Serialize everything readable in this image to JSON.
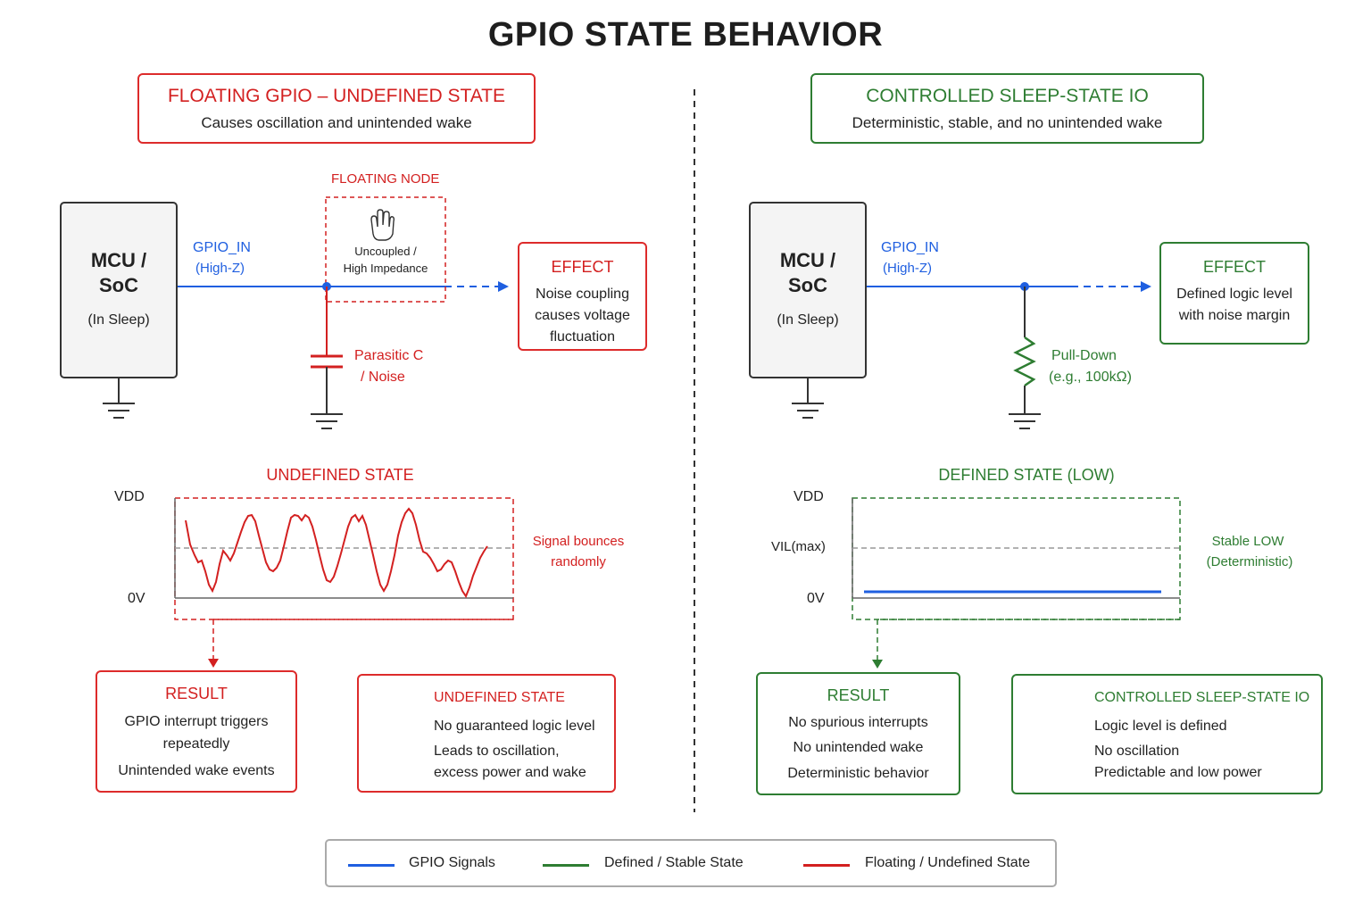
{
  "title": "GPIO STATE BEHAVIOR",
  "left": {
    "header_title": "FLOATING GPIO – UNDEFINED STATE",
    "header_sub": "Causes oscillation and unintended wake",
    "mcu_name": "MCU /\nSoC",
    "mcu_state": "(In Sleep)",
    "signal_name": "GPIO_IN",
    "signal_mode": "(High-Z)",
    "node_label": "FLOATING NODE",
    "node_text_1": "Uncoupled /",
    "node_text_2": "High Impedance",
    "parasitic_1": "Parasitic C",
    "parasitic_2": "/ Noise",
    "effect_title": "EFFECT",
    "effect_text": "Noise coupling\ncauses voltage\nfluctuation",
    "waveform_title": "UNDEFINED STATE",
    "vdd": "VDD",
    "zero": "0V",
    "wave_note_1": "Signal bounces",
    "wave_note_2": "randomly",
    "result_title": "RESULT",
    "result_lines": [
      "GPIO interrupt triggers",
      "repeatedly",
      "Unintended wake events"
    ],
    "warn_title": "UNDEFINED STATE",
    "warn_lines": [
      "No guaranteed logic level",
      "Leads to oscillation,",
      "excess power and wake"
    ]
  },
  "right": {
    "header_title": "CONTROLLED SLEEP-STATE IO",
    "header_sub": "Deterministic, stable, and no unintended wake",
    "mcu_name": "MCU /\nSoC",
    "mcu_state": "(In Sleep)",
    "signal_name": "GPIO_IN",
    "signal_mode": "(High-Z)",
    "pulldown_1": "Pull-Down",
    "pulldown_2": "(e.g., 100kΩ)",
    "effect_title": "EFFECT",
    "effect_text": "Defined logic level\nwith noise margin",
    "waveform_title": "DEFINED STATE (LOW)",
    "vdd": "VDD",
    "vil": "VIL(max)",
    "zero": "0V",
    "wave_note_1": "Stable LOW",
    "wave_note_2": "(Deterministic)",
    "result_title": "RESULT",
    "result_lines": [
      "No spurious interrupts",
      "No unintended wake",
      "Deterministic behavior"
    ],
    "ok_title": "CONTROLLED SLEEP-STATE IO",
    "ok_lines": [
      "Logic level is defined",
      "No oscillation",
      "Predictable and low power"
    ]
  },
  "legend": {
    "items": [
      {
        "label": "GPIO Signals",
        "color": "#1f5fe0"
      },
      {
        "label": "Defined / Stable State",
        "color": "#2e7d32"
      },
      {
        "label": "Floating / Undefined State",
        "color": "#d32020"
      }
    ]
  },
  "colors": {
    "red": "#d32020",
    "green": "#2e7d32",
    "blue": "#1f5fe0"
  }
}
